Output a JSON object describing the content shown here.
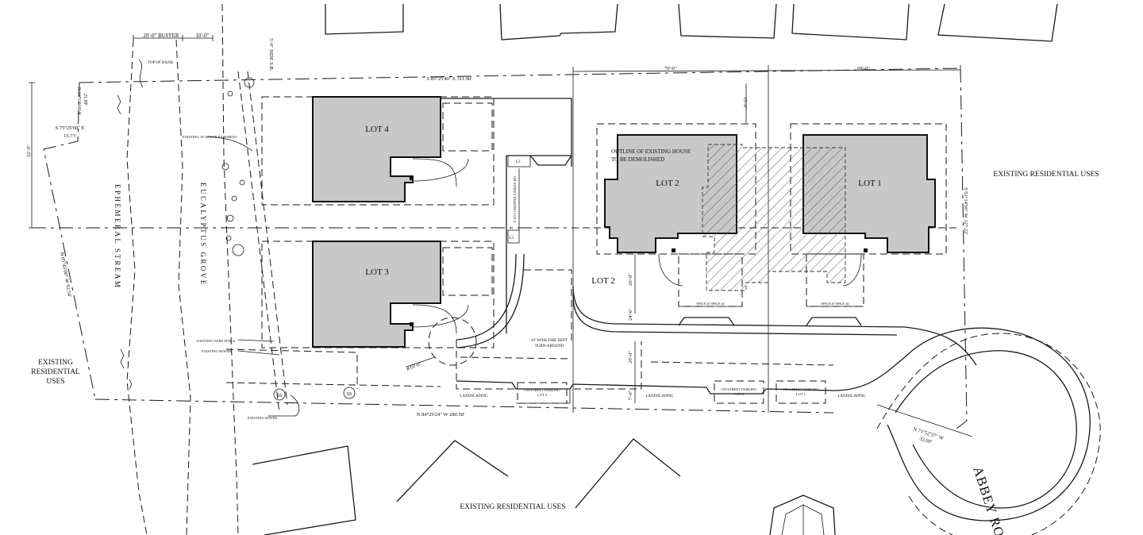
{
  "lots": {
    "lot1": "LOT 1",
    "lot2": "LOT 2",
    "lot3": "LOT 3",
    "lot4": "LOT 4",
    "lot2_alt": "LOT 2"
  },
  "dimensions": {
    "buffer": "20'-0\" BUFFER",
    "ten_ft": "10'-0\"",
    "side_sb": "5'-0\" SIDE S.B.",
    "top_bearing": "S 85°25'40\" E   311.90'",
    "dim_70": "70'-6\"",
    "dim_68": "68'-0\"",
    "dim_15": "15'-0\"",
    "dim_52": "52'-0\"",
    "dim_20a": "20'-0\"",
    "dim_24": "24'-6\"",
    "dim_20b": "20'-0\"",
    "dim_7": "7'-0\"",
    "dim_r10": "R10'-0\"",
    "left_n04": "N 04°15'10\" E",
    "left_n04_val": "21.89'",
    "left_s75": "S 75°25'00\" E",
    "left_s75_val": "15.73'",
    "left_n05": "N 05°45'00\" W  92.54'",
    "right_s01": "S 01°14'50\" W  127.22'",
    "bottom_bearing": "N 84°29'24\" W   280.58'",
    "arc_bearing": "N 71°52'37\" W",
    "arc_val": "32.00'"
  },
  "labels": {
    "top_of_bank": "TOP OF BANK",
    "ephemeral_stream": "EPHEMERAL STREAM",
    "eucalyptus_grove": "EUCALYPTUS GROVE",
    "existing_sewer_easement": "EXISTING 10' SEWER EASEMENT",
    "existing_wire_fence": "EXISTING WIRE FENCE",
    "existing_sewer_1": "EXISTING SEWER",
    "existing_sewer_2": "EXISTING SEWER",
    "outline_line1": "OUTLINE OF EXISTING HOUSE",
    "outline_line2": "TO BE DEMOLISHED",
    "fire_turnaround_1": "16' WIDE FIRE DEPT",
    "fire_turnaround_2": "TURN-AROUND",
    "onstreet_lot4": "ON-STREET PARKING LOT 4",
    "l3": "L3",
    "l5": "L5",
    "landscaping_1": "LANDSCAPING",
    "landscaping_2": "LANDSCAPING",
    "landscaping_3": "LANDSCAPING",
    "onstreet_lot2_a1": "ON-STREET PARKING",
    "onstreet_lot2_a2": "LOT 2",
    "onstreet_lot2_b1": "ON-STREET PARKING",
    "onstreet_lot2_b2": "LOT 2",
    "onstreet_lot1_1": "ON-STREET PARKING",
    "onstreet_lot1_2": "LOT 1",
    "space_lot2": "SPACE #1   SPACE #2",
    "space_lot1": "SPACE #1   SPACE #2",
    "ss1": "SS",
    "ss2": "SS",
    "abbey_road": "ABBEY RO"
  },
  "existing_uses": {
    "right": "EXISTING RESIDENTIAL USES",
    "bottom": "EXISTING RESIDENTIAL USES",
    "left_line1": "EXISTING",
    "left_line2": "RESIDENTIAL",
    "left_line3": "USES"
  },
  "colors": {
    "house_fill": "#c8c8c8",
    "linework": "#1a1a1a",
    "background": "#ffffff"
  }
}
